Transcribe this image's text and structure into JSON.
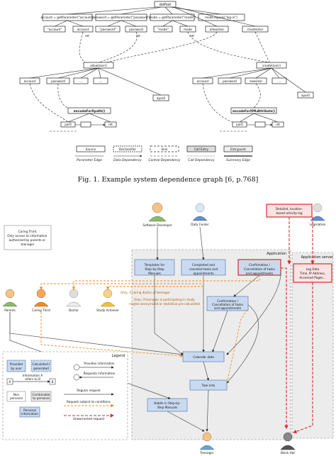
{
  "top_graph": {
    "root": "doPost",
    "calls": [
      "account = getParameter(\"account\")",
      "password = getParameter(\"password\")",
      "mode = getParameter(\"mode\")",
      "mode.equals(\"log-in\")",
      "allowUser()",
      "createUser()"
    ],
    "params": [
      "\"account\"",
      "account",
      "\"password\"",
      "password",
      "\"mode\"",
      "mode",
      "allowUser",
      "createUser"
    ],
    "ret": "ret",
    "left_sub": {
      "call": "allowUser()",
      "params": [
        "account",
        "password",
        "...",
        "..."
      ],
      "encode": "encodeForXpath()",
      "encode_params": [
        "par0",
        "ret"
      ],
      "paramout": "apar0",
      "ret": "ret"
    },
    "right_sub": {
      "call": "createUser()",
      "params": [
        "account",
        "password",
        "newUser",
        "..."
      ],
      "encode": "encodeForXMLAttribute()",
      "encode_params": [
        "par0",
        "ret"
      ],
      "paramout": "apar0",
      "ret": "ret"
    },
    "legend_nodes": [
      "Source",
      "Declassifier",
      "Sink",
      "Call Entry",
      "Entrypoint"
    ],
    "legend_edges": [
      "Parameter Edge",
      "Data Dependency",
      "Control Dependency",
      "Call Dependency",
      "Summary Edge"
    ]
  },
  "caption": "Fig. 1.  Example system dependence graph [6, p.768]",
  "bottom_diagram": {
    "actors": [
      "Software Developer",
      "Data Center",
      "Legislation",
      "Parents",
      "Caring Third",
      "Doctor",
      "Study Achiever",
      "Teenager",
      "Black Hat"
    ],
    "note_caring_third": "Caring Third\nOnly access to information authorized by parents or teenager",
    "app_label": "Application",
    "app_server_label": "Application server",
    "boxes": {
      "templates": "Templates for Step-by-Step Manuals",
      "completed": "Completed and canceled tasks and appointments",
      "confirmation_red": "Confirmation / Cancellation of tasks and appointments",
      "confirmation": "Confirmation / Cancellation of tasks and appointments",
      "calendar": "Calendar data",
      "task_lists": "Task lists",
      "habits": "Habits in Step-by-Step Manuals",
      "detailed_log": "Detailed, location-based activity log",
      "log_data": "Log Data\nTime, IP Address, Accessed Pages..."
    },
    "orange_labels": [
      "Only, if caring doctor of teenager",
      "Only, if teenager is participating in study",
      "maybe anonymized or statistical pre-calculated"
    ],
    "legend": {
      "title": "Legend",
      "items": [
        "Provided by user",
        "Calculated / generated",
        "Non personal",
        "Combinable to personal",
        "Personal information"
      ],
      "edges": [
        "Provides information",
        "Requests information",
        "Information A refers to B",
        "Regular request",
        "Request subject to conditions",
        "Unwarranted request"
      ],
      "a_b": [
        "A",
        "B"
      ]
    }
  }
}
